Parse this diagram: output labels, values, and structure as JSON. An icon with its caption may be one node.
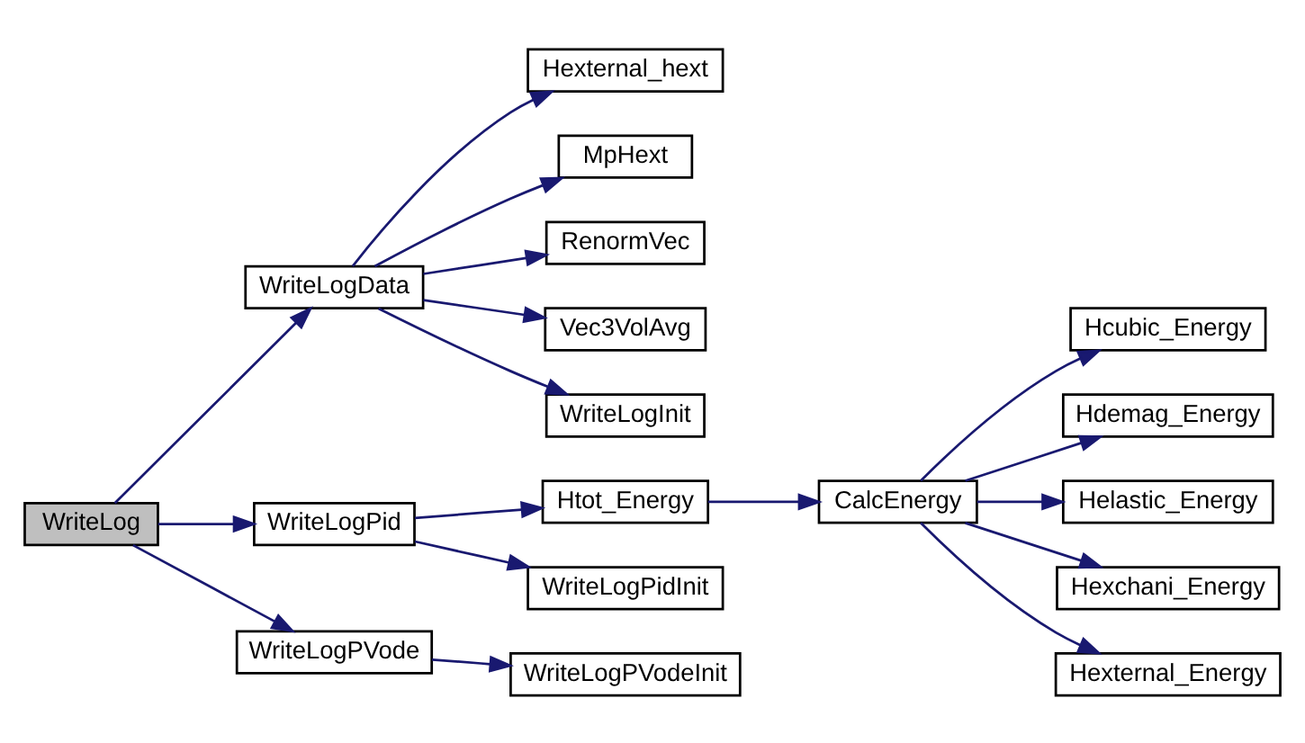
{
  "diagram": {
    "nodes": [
      {
        "text": [
          "WriteLog"
        ]
      },
      {
        "text": [
          "WriteLogData"
        ]
      },
      {
        "text": [
          "WriteLogPid"
        ]
      },
      {
        "text": [
          "WriteLogPVode"
        ]
      },
      {
        "text": [
          "Hexternal_hext"
        ]
      },
      {
        "text": [
          "MpHext"
        ]
      },
      {
        "text": [
          "RenormVec"
        ]
      },
      {
        "text": [
          "Vec3VolAvg"
        ]
      },
      {
        "text": [
          "WriteLogInit"
        ]
      },
      {
        "text": [
          "Htot_Energy"
        ]
      },
      {
        "text": [
          "WriteLogPidInit"
        ]
      },
      {
        "text": [
          "WriteLogPVodeInit"
        ]
      },
      {
        "text": [
          "CalcEnergy"
        ]
      },
      {
        "text": [
          "Hcubic_Energy"
        ]
      },
      {
        "text": [
          "Hdemag_Energy"
        ]
      },
      {
        "text": [
          "Helastic_Energy"
        ]
      },
      {
        "text": [
          "Hexchani_Energy"
        ]
      },
      {
        "text": [
          "Hexternal_Energy"
        ]
      }
    ],
    "edges": [
      {
        "from": 0,
        "to": 1,
        "arrow": "to"
      },
      {
        "from": 0,
        "to": 2,
        "arrow": "to"
      },
      {
        "from": 0,
        "to": 3,
        "arrow": "to"
      },
      {
        "from": 1,
        "to": 4,
        "arrow": "to"
      },
      {
        "from": 1,
        "to": 5,
        "arrow": "to"
      },
      {
        "from": 1,
        "to": 6,
        "arrow": "to"
      },
      {
        "from": 1,
        "to": 7,
        "arrow": "to"
      },
      {
        "from": 1,
        "to": 8,
        "arrow": "to"
      },
      {
        "from": 2,
        "to": 9,
        "arrow": "to"
      },
      {
        "from": 2,
        "to": 10,
        "arrow": "to"
      },
      {
        "from": 3,
        "to": 11,
        "arrow": "to"
      },
      {
        "from": 9,
        "to": 12,
        "arrow": "to"
      },
      {
        "from": 12,
        "to": 13,
        "arrow": "to"
      },
      {
        "from": 12,
        "to": 14,
        "arrow": "to"
      },
      {
        "from": 12,
        "to": 15,
        "arrow": "to"
      },
      {
        "from": 12,
        "to": 16,
        "arrow": "to"
      },
      {
        "from": 12,
        "to": 17,
        "arrow": "to"
      }
    ]
  }
}
